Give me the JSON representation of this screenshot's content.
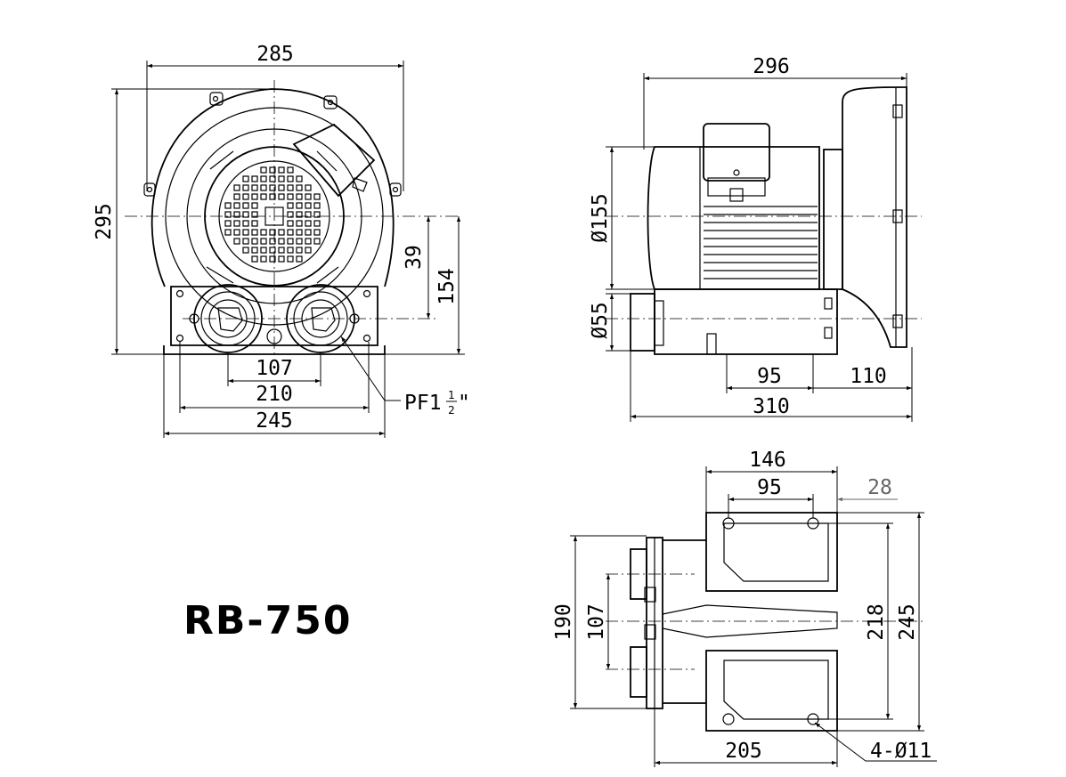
{
  "model": "RB-750",
  "front_view": {
    "width_top": "285",
    "height_total": "295",
    "dim_39": "39",
    "dim_154": "154",
    "port_spacing": "107",
    "base_inner": "210",
    "base_outer": "245",
    "port_thread": "PF1",
    "fraction_num": "1",
    "fraction_den": "2",
    "inch_mark": "\""
  },
  "side_view": {
    "length_top": "296",
    "motor_diameter": "Ø155",
    "port_diameter": "Ø55",
    "dim_95": "95",
    "dim_110": "110",
    "dim_310": "310"
  },
  "top_view": {
    "dim_146": "146",
    "dim_95": "95",
    "dim_28": "28",
    "dim_190": "190",
    "dim_107": "107",
    "dim_218": "218",
    "dim_245": "245",
    "dim_205": "205",
    "holes": "4-Ø11"
  }
}
